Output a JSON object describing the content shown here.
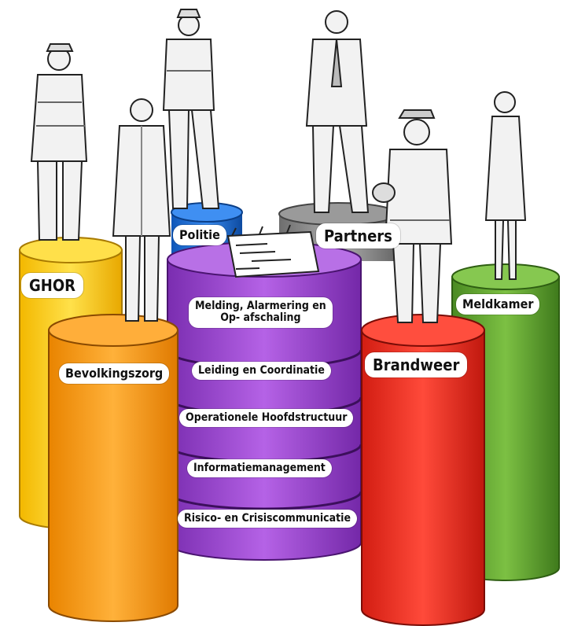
{
  "pillars": {
    "ghor": {
      "label": "GHOR",
      "color": "#f6c21c"
    },
    "politie": {
      "label": "Politie",
      "color": "#1a6fd6"
    },
    "partners": {
      "label": "Partners",
      "color": "#8a8a8a"
    },
    "bevolkingszorg": {
      "label": "Bevolkingszorg",
      "color": "#f29a1a"
    },
    "brandweer": {
      "label": "Brandweer",
      "color": "#e52b1e"
    },
    "meldkamer": {
      "label": "Meldkamer",
      "color": "#5a9a2c"
    }
  },
  "central_stack": {
    "color": "#9440c8",
    "layers": [
      {
        "label_line1": "Melding, Alarmering en",
        "label_line2": "Op- afschaling"
      },
      {
        "label_line1": "Leiding en Coordinatie"
      },
      {
        "label_line1": "Operationele Hoofdstructuur"
      },
      {
        "label_line1": "Informatiemanagement"
      },
      {
        "label_line1": "Risico- en Crisiscommunicatie"
      }
    ]
  }
}
